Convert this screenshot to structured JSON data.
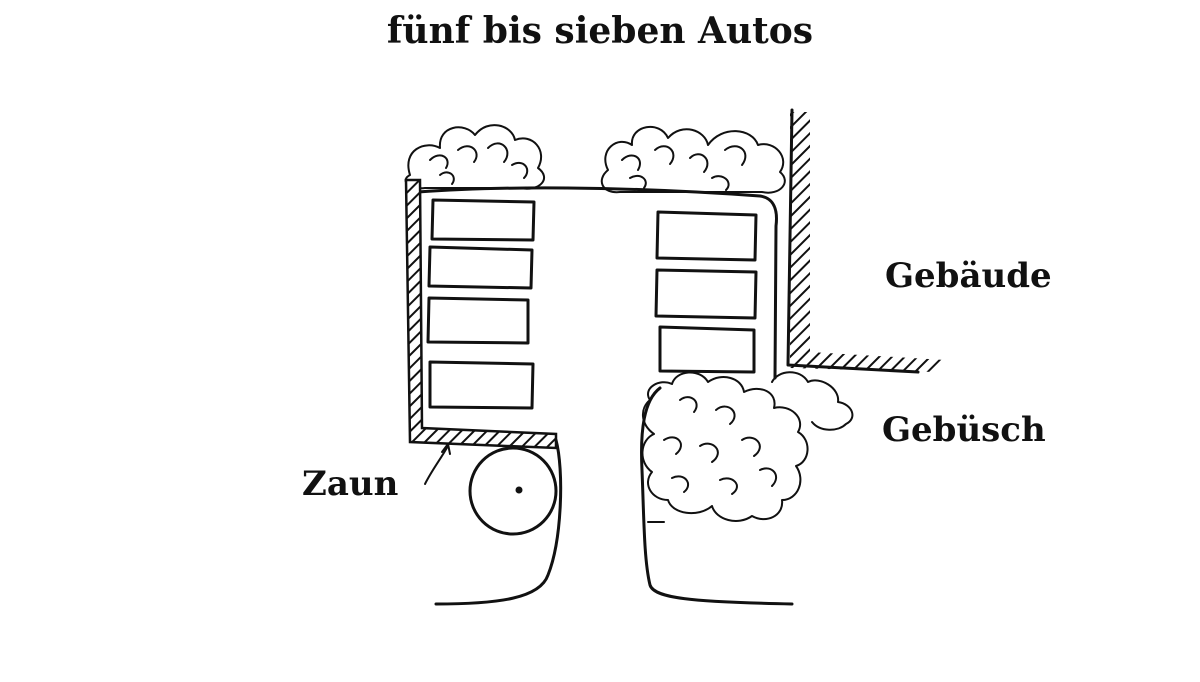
{
  "diagram": {
    "title": "fünf bis sieben Autos",
    "labels": {
      "building": "Gebäude",
      "bushes": "Gebüsch",
      "fence": "Zaun"
    }
  }
}
